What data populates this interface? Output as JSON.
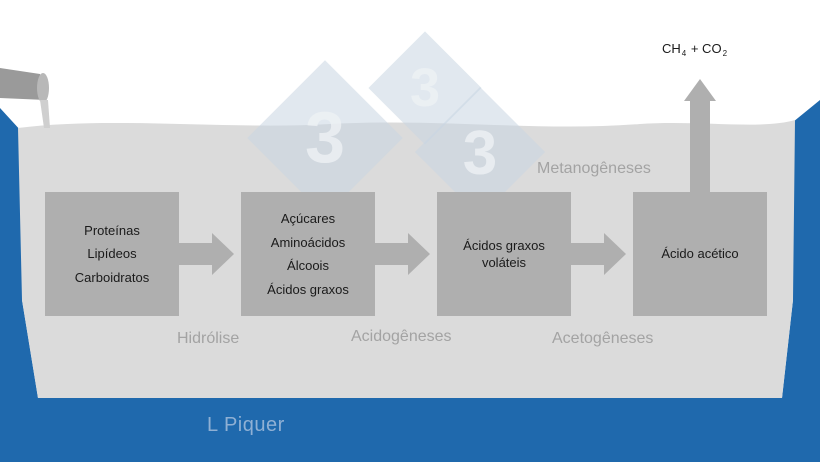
{
  "colors": {
    "water": "#dbdbdb",
    "tank": "#1f69ad",
    "box": "#afafaf",
    "arrow": "#afafaf",
    "label": "#a3a3a3",
    "watermark": "#c8d6e2"
  },
  "watermark": {
    "glyph": "3"
  },
  "boxes": [
    {
      "lines": [
        "Proteínas",
        "Lipídeos",
        "Carboidratos"
      ]
    },
    {
      "lines": [
        "Açúcares",
        "Aminoácidos",
        "Álcoois",
        "Ácidos graxos"
      ]
    },
    {
      "lines": [
        "Ácidos graxos",
        "voláteis"
      ]
    },
    {
      "lines": [
        "Ácido acético"
      ]
    }
  ],
  "stages": {
    "hydrolysis": "Hidrólise",
    "acidogenesis": "Acidogêneses",
    "acetogenesis": "Acetogêneses",
    "methanogenesis": "Metanogêneses"
  },
  "output": {
    "ch": "CH",
    "ch_sub": "4",
    "plus": " + CO",
    "co_sub": "2"
  },
  "credit": "L Piquer"
}
